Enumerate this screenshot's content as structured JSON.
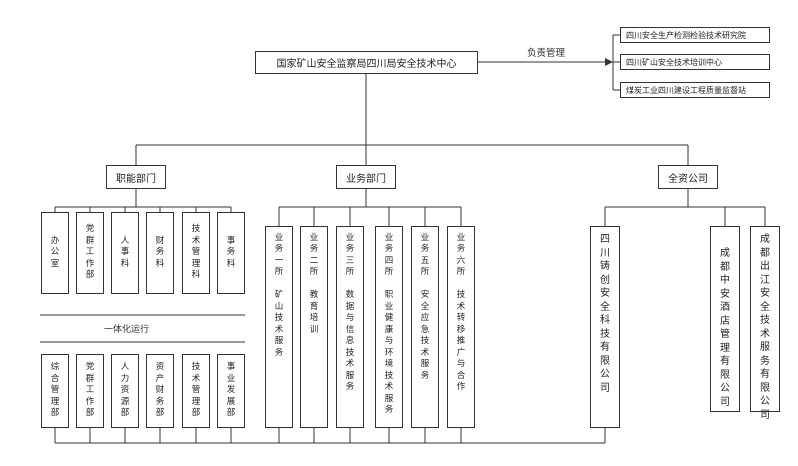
{
  "root": {
    "title": "国家矿山安全监察局四川局安全技术中心"
  },
  "managed": {
    "label": "负责管理",
    "items": [
      "四川安全生产检测检验技术研究院",
      "四川矿山安全技术培训中心",
      "煤炭工业四川建设工程质量监督站"
    ]
  },
  "branches": {
    "functional": "职能部门",
    "business": "业务部门",
    "companies": "全资公司"
  },
  "functional_top": [
    "办公室",
    "党群工作部",
    "人事科",
    "财务科",
    "技术管理科",
    "事务科"
  ],
  "integration_label": "一体化运行",
  "functional_bottom": [
    "综合管理部",
    "党群工作部",
    "人力资源部",
    "资产财务部",
    "技术管理部",
    "事业发展部"
  ],
  "business_units": [
    {
      "name": "业务一所",
      "desc": "矿山技术服务"
    },
    {
      "name": "业务二所",
      "desc": "教育培训"
    },
    {
      "name": "业务三所",
      "desc": "数据与信息技术服务"
    },
    {
      "name": "业务四所",
      "desc": "职业健康与环境技术服务"
    },
    {
      "name": "业务五所",
      "desc": "安全应急技术服务"
    },
    {
      "name": "业务六所",
      "desc": "技术转移推广与合作"
    }
  ],
  "companies": [
    "四川铸创安全科技有限公司",
    "成都中安酒店管理有限公司",
    "成都出江安全技术服务有限公司"
  ]
}
